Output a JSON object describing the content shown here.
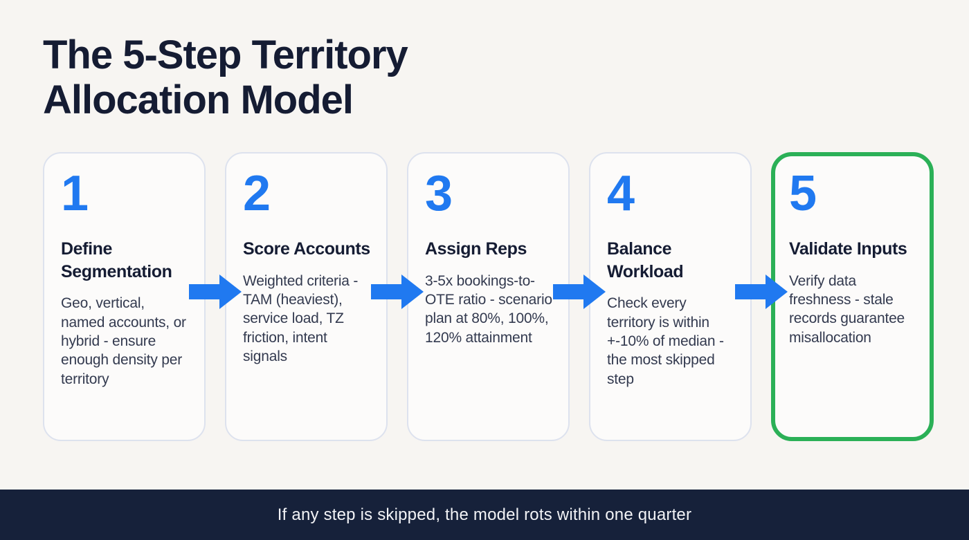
{
  "page": {
    "title": "The 5-Step Territory Allocation Model",
    "footer_note": "If any step is skipped, the model rots within one quarter"
  },
  "colors": {
    "page_bg": "#f7f5f2",
    "card_bg": "#fcfbfa",
    "card_border": "#dde2ee",
    "accent_blue": "#2079f0",
    "navy_text": "#151c33",
    "description_text": "#333a4f",
    "highlight_green": "#2bb057",
    "footer_bg": "#16213a",
    "footer_text": "#f2f3f6"
  },
  "steps": [
    {
      "number": "1",
      "title": "Define Segmentation",
      "description": "Geo, vertical, named accounts, or hybrid - ensure enough density per territory",
      "highlighted": false
    },
    {
      "number": "2",
      "title": "Score Accounts",
      "description": "Weighted criteria - TAM (heaviest), service load, TZ friction, intent signals",
      "highlighted": false
    },
    {
      "number": "3",
      "title": "Assign Reps",
      "description": "3-5x bookings-to-OTE ratio - scenario plan at 80%, 100%, 120% attainment",
      "highlighted": false
    },
    {
      "number": "4",
      "title": "Balance Workload",
      "description": "Check every territory is within +-10% of median - the most skipped step",
      "highlighted": false
    },
    {
      "number": "5",
      "title": "Validate Inputs",
      "description": "Verify data freshness - stale records guarantee misallocation",
      "highlighted": true
    }
  ]
}
